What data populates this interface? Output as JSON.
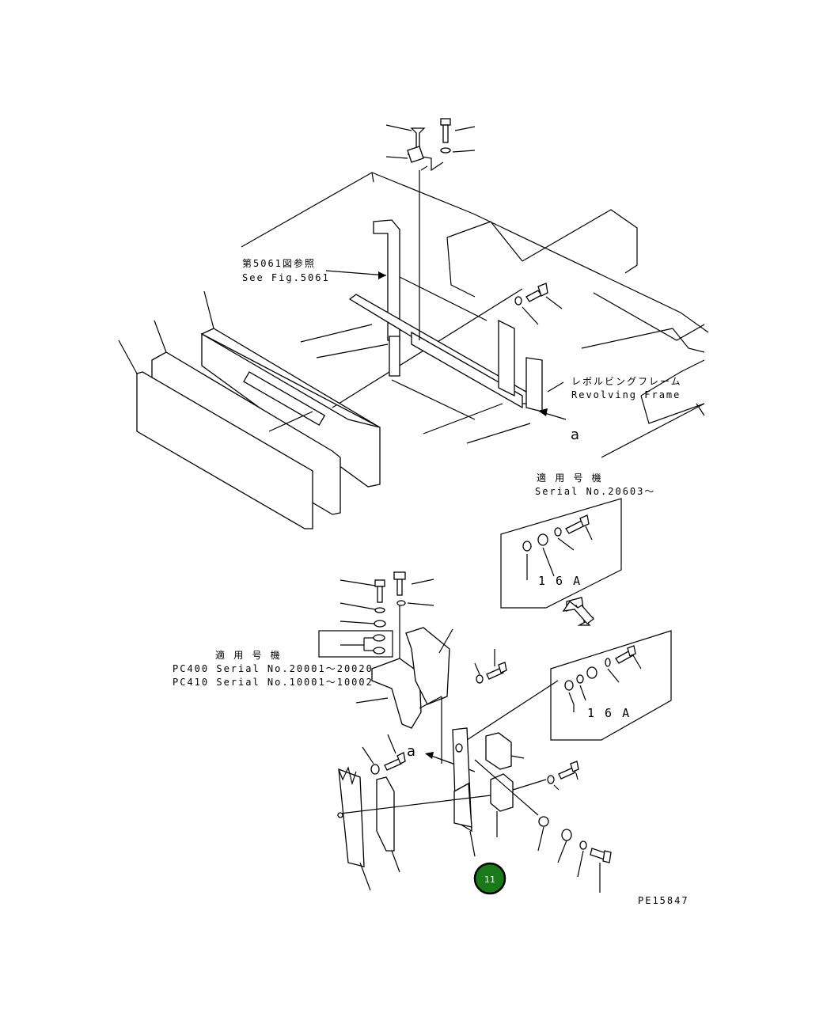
{
  "labels": {
    "ref_fig_jp": "第5061図参照",
    "ref_fig_en": "See Fig.5061",
    "frame_jp": "レボルビングフレーム",
    "frame_en": "Revolving Frame",
    "view_a_top": "a",
    "view_a_bottom": "a",
    "serial_top_jp": "適 用 号 機",
    "serial_top_en": "Serial No.20603～",
    "part_16a_top": "1 6 A",
    "part_16a_bottom": "1 6 A",
    "serial_left_jp": "適 用 号 機",
    "serial_left_pc400": "PC400 Serial No.20001～20020",
    "serial_left_pc410": "PC410 Serial No.10001～10002",
    "drawing_code": "PE15847"
  },
  "badge": {
    "text": "11",
    "color": "#1a7a1a"
  }
}
